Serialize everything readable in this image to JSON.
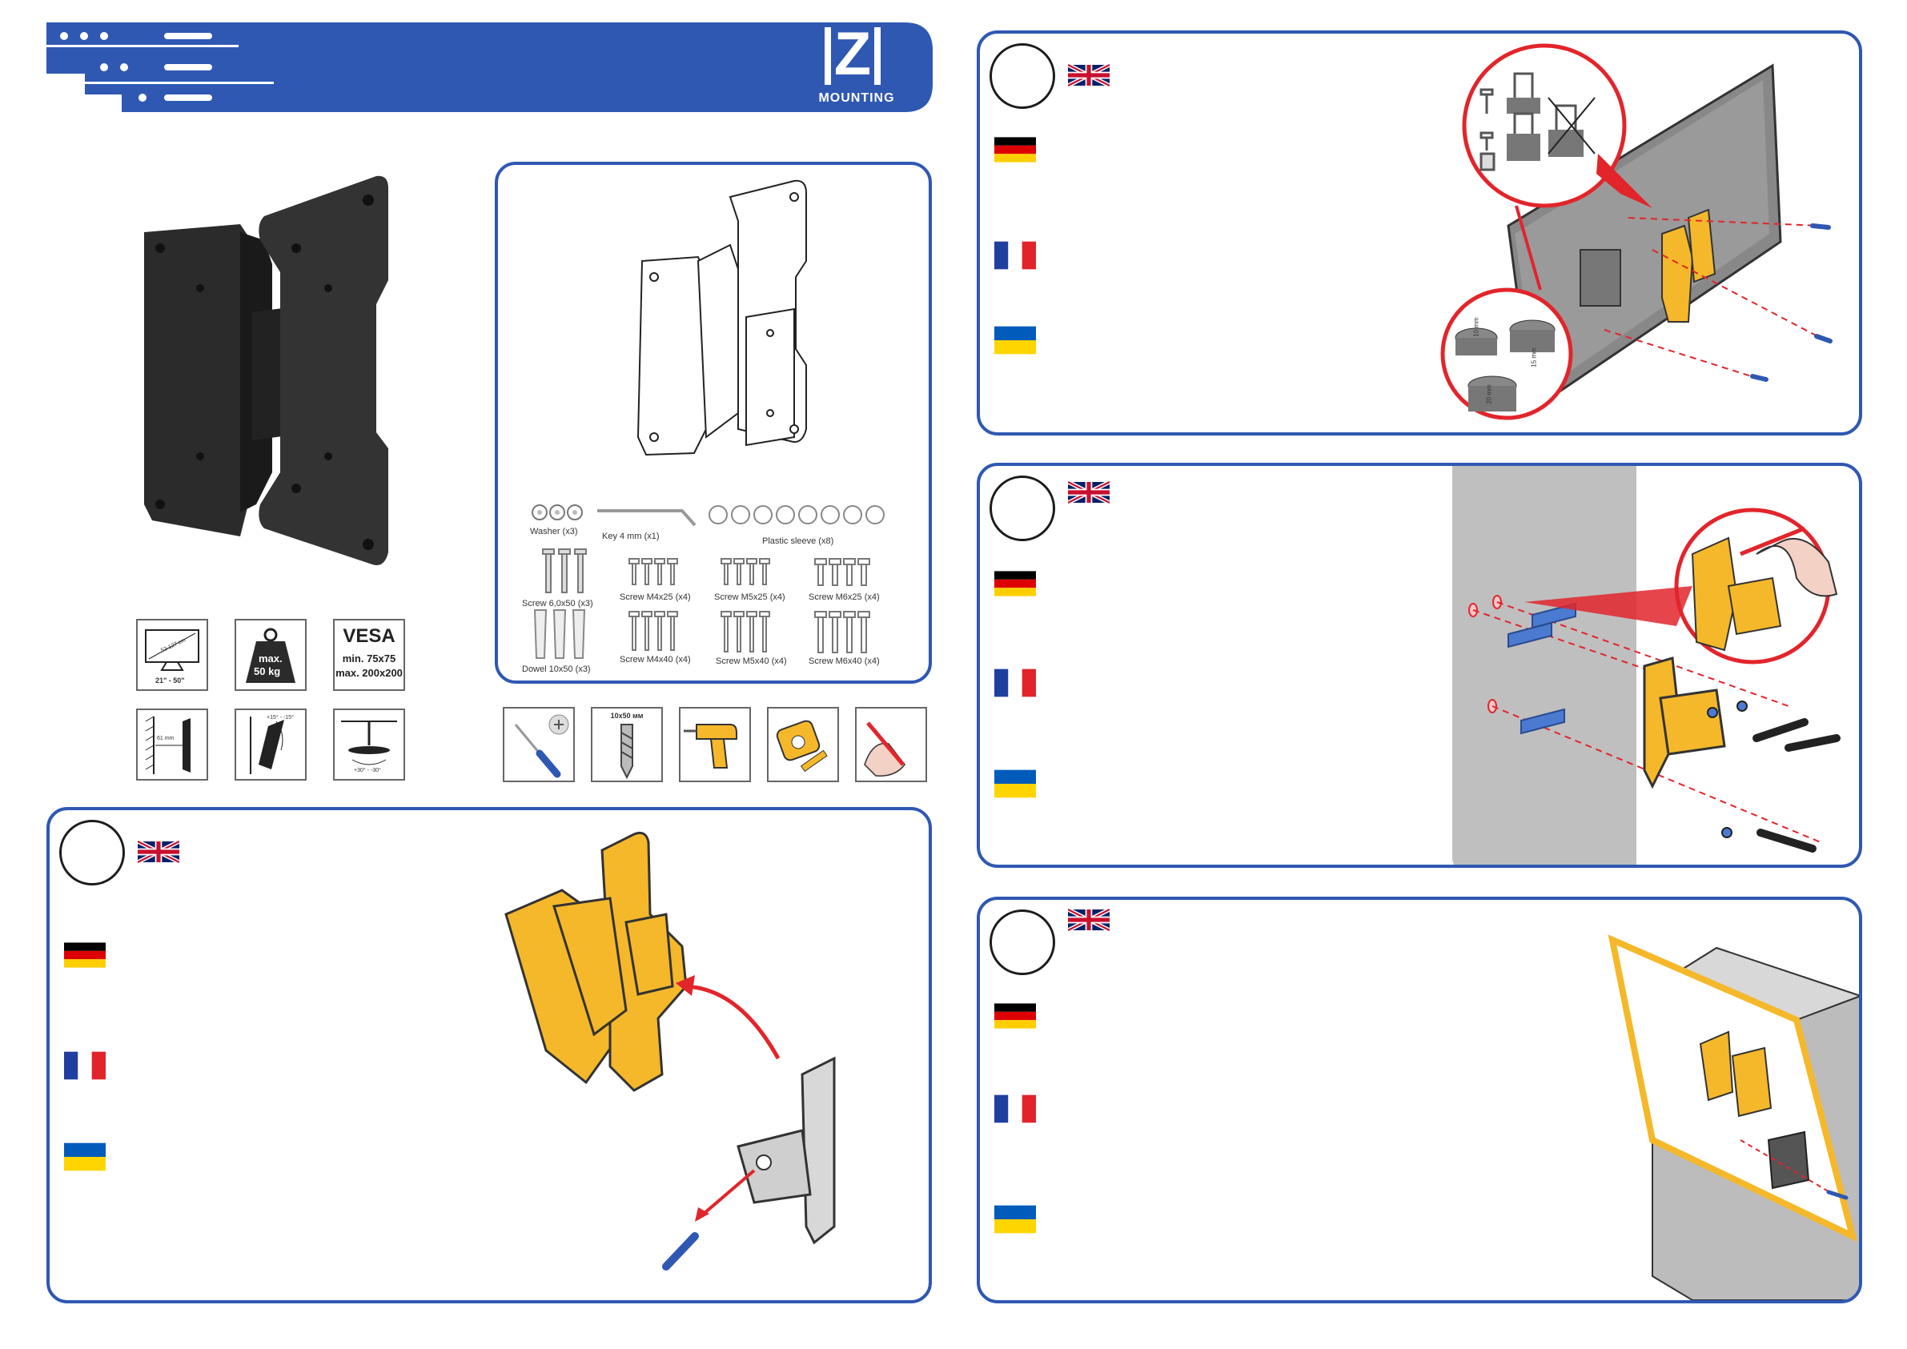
{
  "brand": {
    "logo_letter": "Z",
    "logo_text": "MOUNTING",
    "color_blue": "#2f58b2",
    "color_yellow": "#f5b82a",
    "color_red": "#e2252b"
  },
  "specs": {
    "screen_range": "21\" - 50\"",
    "screen_diag": "53-127 cm",
    "weight_label_1": "max.",
    "weight_label_2": "50 kg",
    "vesa_title": "VESA",
    "vesa_min": "min. 75x75",
    "vesa_max": "max. 200x200",
    "wall_distance": "61 mm",
    "tilt": "+15° - -15°",
    "swivel": "+30° - -30°"
  },
  "parts": {
    "washer": "Washer (x3)",
    "key": "Key 4 mm (x1)",
    "plastic_sleeve": "Plastic sleeve (x8)",
    "screw_6x50": "Screw 6,0x50 (x3)",
    "screw_m4x25": "Screw M4x25 (x4)",
    "screw_m5x25": "Screw M5x25 (x4)",
    "screw_m6x25": "Screw M6x25 (x4)",
    "dowel": "Dowel 10x50 (x3)",
    "screw_m4x40": "Screw M4x40 (x4)",
    "screw_m5x40": "Screw M5x40 (x4)",
    "screw_m6x40": "Screw M6x40 (x4)"
  },
  "tools": {
    "drill_bit": "10x50 мм",
    "icons": [
      "screwdriver-icon",
      "drill-bit-icon",
      "drill-icon",
      "tape-measure-icon",
      "pencil-icon"
    ]
  },
  "dimensions": {
    "sleeve_10mm": "10 mm",
    "sleeve_15mm": "15 mm",
    "sleeve_20mm": "20 mm"
  },
  "flags": [
    "gb",
    "de",
    "fr",
    "ua"
  ]
}
